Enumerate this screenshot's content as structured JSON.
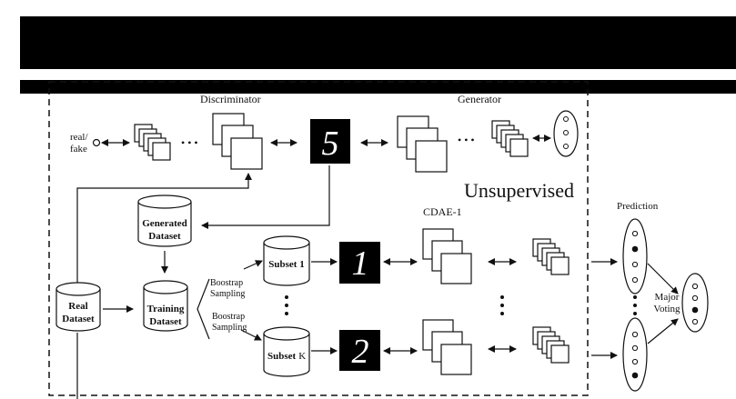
{
  "labels": {
    "discriminator": "Discriminator",
    "generator": "Generator",
    "real_fake_line1": "real/",
    "real_fake_line2": "fake",
    "unsupervised": "Unsupervised",
    "cdae": "CDAE-1",
    "prediction": "Prediction",
    "major": "Major",
    "voting": "Voting",
    "generated_line1": "Generated",
    "generated_line2": "Dataset",
    "real_line1": "Real",
    "real_line2": "Dataset",
    "training_line1": "Training",
    "training_line2": "Dataset",
    "subset1": "Subset 1",
    "subsetk_bold": "Subset",
    "subsetk_k": "K",
    "boostrap1_line1": "Boostrap",
    "boostrap1_line2": "Sampling",
    "boostrap2_line1": "Boostrap",
    "boostrap2_line2": "Sampling",
    "ellipsis": "• • •",
    "digit_gan": "5",
    "digit_s1": "1",
    "digit_sk": "2"
  },
  "colors": {
    "ink": "#111111",
    "banner": "#000000",
    "paper": "#ffffff"
  }
}
